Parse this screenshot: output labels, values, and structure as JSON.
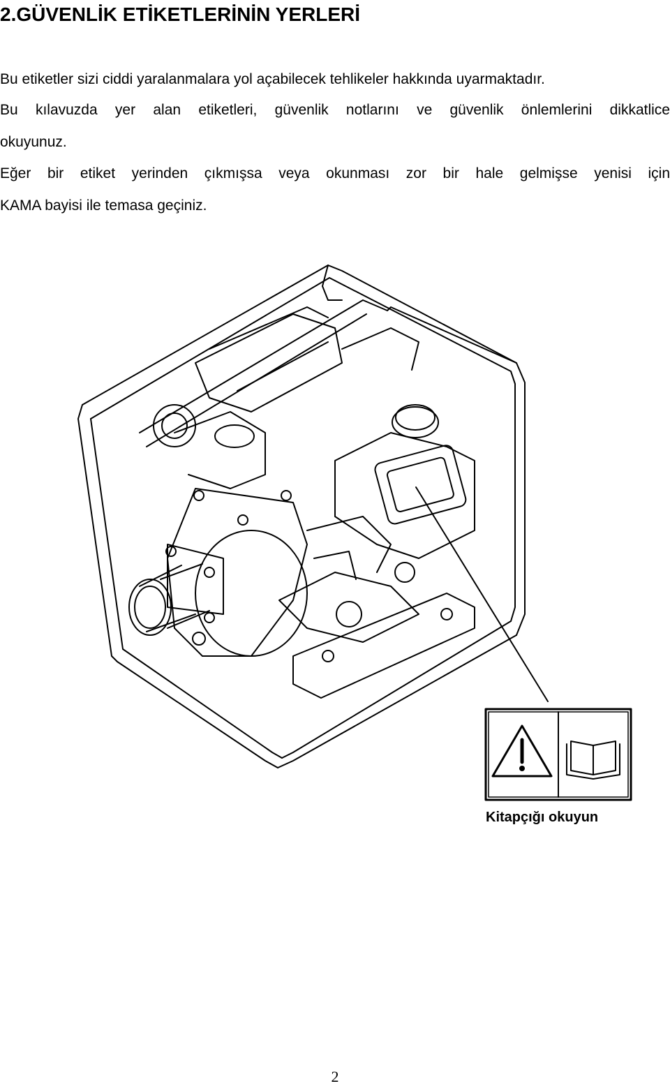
{
  "heading": "2.GÜVENLİK ETİKETLERİNİN YERLERİ",
  "paragraphs": {
    "p1": "Bu etiketler sizi ciddi yaralanmalara yol açabilecek tehlikeler hakkında uyarmaktadır.",
    "p2_line1": "Bu kılavuzda yer alan etiketleri, güvenlik notlarını ve güvenlik önlemlerini dikkatlice",
    "p2_line2": "okuyunuz.",
    "p3_line1": "Eğer bir etiket yerinden çıkmışsa veya okunması zor bir hale gelmişse yenisi için",
    "p3_line2": "KAMA bayisi ile temasa geçiniz."
  },
  "figure": {
    "label_caption": "Kitapçığı okuyun",
    "label_icons": [
      "warning-triangle-icon",
      "open-book-icon"
    ]
  },
  "page_number": "2"
}
